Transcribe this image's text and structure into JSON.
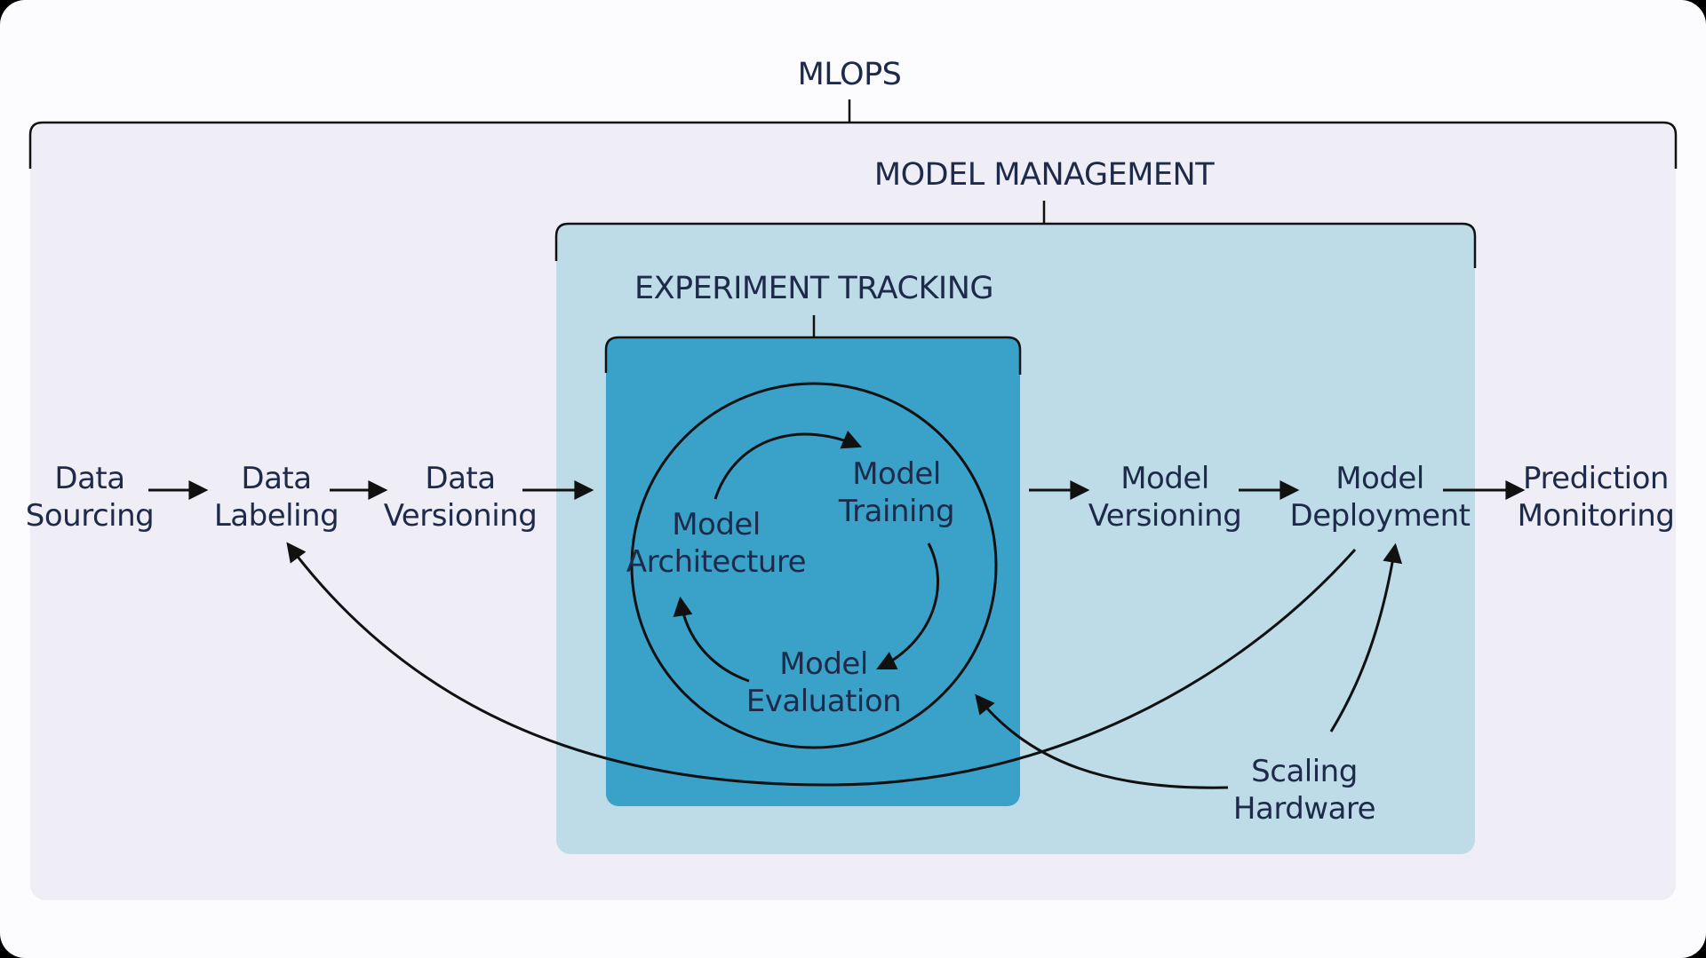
{
  "colors": {
    "page_background": "#fcfbfe",
    "mlops_region": "#efedf5",
    "model_management_region": "#bedbe8",
    "experiment_tracking_region": "#3aa2c8",
    "text": "#1e2a4a",
    "lines": "#111111"
  },
  "mlops": {
    "title": "MLOPS"
  },
  "model_management": {
    "title": "MODEL MANAGEMENT"
  },
  "experiment_tracking": {
    "title": "EXPERIMENT TRACKING"
  },
  "pipeline": {
    "data_sourcing": {
      "line1": "Data",
      "line2": "Sourcing"
    },
    "data_labeling": {
      "line1": "Data",
      "line2": "Labeling"
    },
    "data_versioning": {
      "line1": "Data",
      "line2": "Versioning"
    },
    "model_versioning": {
      "line1": "Model",
      "line2": "Versioning"
    },
    "model_deployment": {
      "line1": "Model",
      "line2": "Deployment"
    },
    "prediction_monitoring": {
      "line1": "Prediction",
      "line2": "Monitoring"
    }
  },
  "cycle": {
    "model_architecture": {
      "line1": "Model",
      "line2": "Architecture"
    },
    "model_training": {
      "line1": "Model",
      "line2": "Training"
    },
    "model_evaluation": {
      "line1": "Model",
      "line2": "Evaluation"
    }
  },
  "scaling_hardware": {
    "line1": "Scaling",
    "line2": "Hardware"
  }
}
